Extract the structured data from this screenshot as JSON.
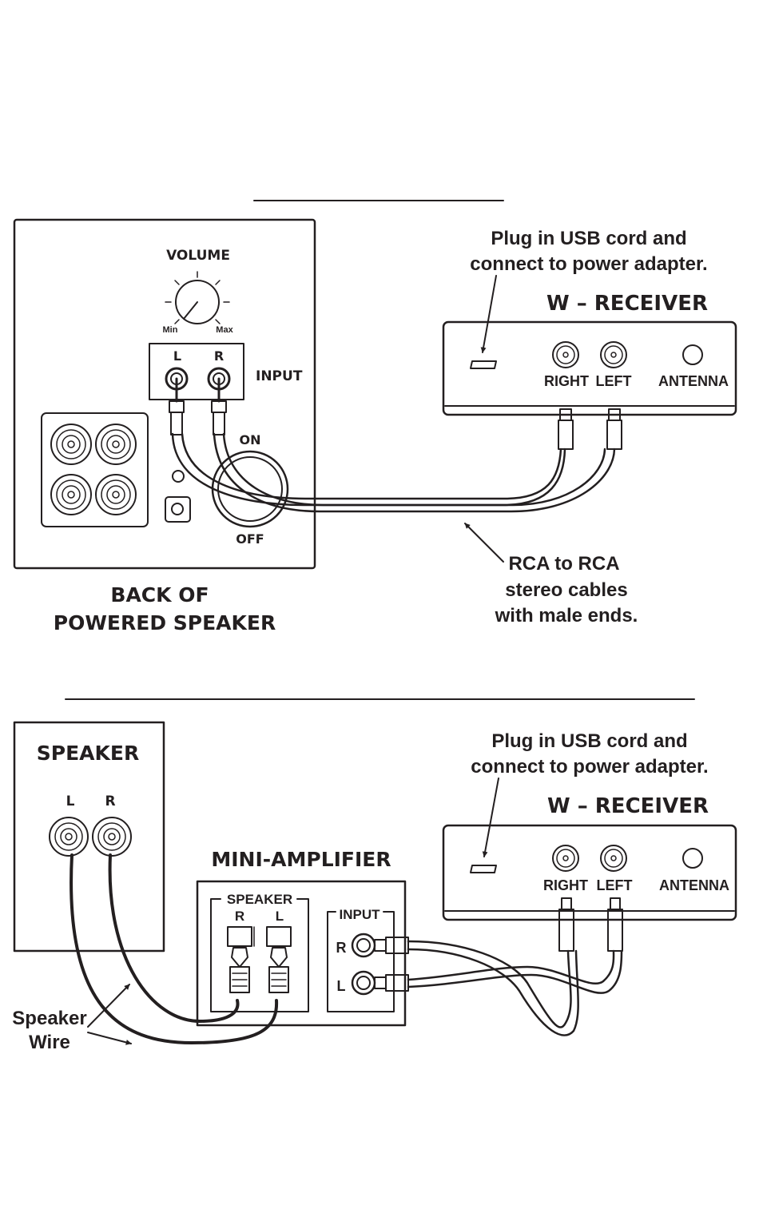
{
  "colors": {
    "ink": "#231f20",
    "paper": "#ffffff"
  },
  "icons": [
    "volume-knob-icon",
    "rca-jack-icon",
    "rca-plug-icon",
    "usb-port-icon",
    "antenna-jack-icon",
    "binding-post-icon",
    "spring-terminal-icon",
    "power-switch-icon",
    "arrow-icon"
  ],
  "top": {
    "usb_note_line1": "Plug in USB cord and",
    "usb_note_line2": "connect to power adapter.",
    "receiver_title": "W – RECEIVER",
    "receiver_right": "RIGHT",
    "receiver_left": "LEFT",
    "receiver_antenna": "ANTENNA",
    "volume": "VOLUME",
    "vol_min": "Min",
    "vol_max": "Max",
    "input_l": "L",
    "input_r": "R",
    "input": "INPUT",
    "on": "ON",
    "off": "OFF",
    "speaker_line1": "BACK OF",
    "speaker_line2": "POWERED SPEAKER",
    "cable_line1": "RCA to RCA",
    "cable_line2": "stereo cables",
    "cable_line3": "with male ends."
  },
  "bottom": {
    "speaker_title": "SPEAKER",
    "speaker_l": "L",
    "speaker_r": "R",
    "wire_line1": "Speaker",
    "wire_line2": "Wire",
    "amp_title": "MINI-AMPLIFIER",
    "amp_speaker": "SPEAKER",
    "amp_speaker_r": "R",
    "amp_speaker_l": "L",
    "amp_input": "INPUT",
    "amp_input_r": "R",
    "amp_input_l": "L",
    "usb_note_line1": "Plug in USB cord and",
    "usb_note_line2": "connect to power adapter.",
    "receiver_title": "W – RECEIVER",
    "receiver_right": "RIGHT",
    "receiver_left": "LEFT",
    "receiver_antenna": "ANTENNA"
  }
}
